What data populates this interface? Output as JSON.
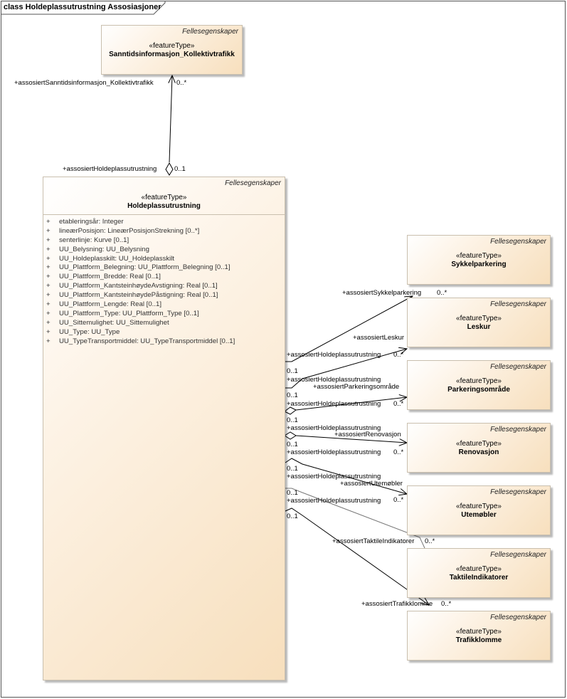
{
  "diagram": {
    "title": "class Holdeplassutrustning Assosiasjoner"
  },
  "classes": {
    "sanntid": {
      "package": "Fellesegenskaper",
      "stereotype": "«featureType»",
      "name": "Sanntidsinformasjon_Kollektivtrafikk"
    },
    "holdeplass": {
      "package": "Fellesegenskaper",
      "stereotype": "«featureType»",
      "name": "Holdeplassutrustning",
      "attributes": [
        "etableringsår: Integer",
        "lineærPosisjon: LineærPosisjonStrekning [0..*]",
        "senterlinje: Kurve [0..1]",
        "UU_Belysning: UU_Belysning",
        "UU_Holdeplasskilt: UU_Holdeplasskilt",
        "UU_Plattform_Belegning: UU_Plattform_Belegning [0..1]",
        "UU_Plattform_Bredde: Real [0..1]",
        "UU_Plattform_KantsteinhøydeAvstigning: Real [0..1]",
        "UU_Plattform_KantsteinhøydePåstigning: Real [0..1]",
        "UU_Plattform_Lengde: Real [0..1]",
        "UU_Plattform_Type: UU_Plattform_Type [0..1]",
        "UU_Sittemulighet: UU_Sittemulighet",
        "UU_Type: UU_Type",
        "UU_TypeTransportmiddel: UU_TypeTransportmiddel [0..1]"
      ],
      "visibility": "+"
    },
    "sykkel": {
      "package": "Fellesegenskaper",
      "stereotype": "«featureType»",
      "name": "Sykkelparkering"
    },
    "leskur": {
      "package": "Fellesegenskaper",
      "stereotype": "«featureType»",
      "name": "Leskur"
    },
    "parkering": {
      "package": "Fellesegenskaper",
      "stereotype": "«featureType»",
      "name": "Parkeringsområde"
    },
    "renovasjon": {
      "package": "Fellesegenskaper",
      "stereotype": "«featureType»",
      "name": "Renovasjon"
    },
    "utemobler": {
      "package": "Fellesegenskaper",
      "stereotype": "«featureType»",
      "name": "Utemøbler"
    },
    "taktile": {
      "package": "Fellesegenskaper",
      "stereotype": "«featureType»",
      "name": "TaktileIndikatorer"
    },
    "trafikklomme": {
      "package": "Fellesegenskaper",
      "stereotype": "«featureType»",
      "name": "Trafikklomme"
    }
  },
  "labels": {
    "sanntid_role": "+assosiertSanntidsinformasjon_Kollektivtrafikk",
    "sanntid_mult": "0..*",
    "holde_top_role": "+assosiertHoldeplassutrustning",
    "holde_top_mult": "0..1",
    "sykkel_role": "+assosiertSykkelparkering",
    "sykkel_mult": "0..*",
    "leskur_role": "+assosiertLeskur",
    "leskur_holde_role": "+assosiertHoldeplassutrustning",
    "leskur_mult": "0..*",
    "leskur_holde_mult": "0..1",
    "park_holde_role_a": "+assosiertHoldeplassutrustning",
    "park_role": "+assosiertParkeringsområde",
    "park_holde_mult": "0..1",
    "park_holde_role_b": "+assosiertHoldeplassutrustning",
    "park_mult": "0..*",
    "reno_holde_mult": "0..1",
    "reno_holde_role_a": "+assosiertHoldeplassutrustning",
    "reno_role": "+assosiertRenovasjon",
    "reno_holde_mult_b": "0..1",
    "reno_holde_role_b": "+assosiertHoldeplassutrustning",
    "reno_mult": "0..*",
    "ute_holde_mult": "0..1",
    "ute_holde_role_a": "+assosiertHoldeplassutrustning",
    "ute_role": "+assosiertUtemøbler",
    "ute_holde_mult_b": "0..1",
    "ute_holde_role_b": "+assosiertHoldeplassutrustning",
    "ute_mult": "0..*",
    "taktil_holde_mult": "0..1",
    "taktil_role": "+assosiertTaktileIndikatorer",
    "taktil_mult": "0..*",
    "trafikk_role": "+assosiertTrafikklomme",
    "trafikk_mult": "0..*"
  },
  "colors": {
    "class_fill_light": "#fdf3e6",
    "class_fill_dark": "#f7dfbd",
    "class_border": "#c9bfae",
    "line": "#000000"
  }
}
